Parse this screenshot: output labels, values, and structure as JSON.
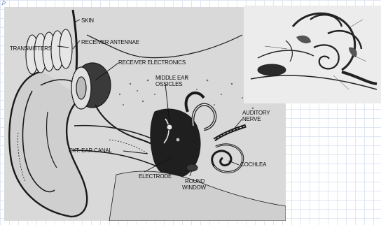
{
  "diagram": {
    "labels": {
      "skin": "SKIN",
      "transmitters": "TRANSMITTERS",
      "receiver_antennae": "RECEIVER ANTENNAE",
      "receiver_electronics": "RECEIVER ELECTRONICS",
      "middle_ear_ossicles": [
        "MIDDLE EAR",
        "OSSICLES"
      ],
      "auditory_nerve": [
        "AUDITORY",
        "NERVE"
      ],
      "ext_ear_canal": "EXT. EAR CANAL",
      "cochlea": "COCHLEA",
      "electrode": "ELECTRODE",
      "round_window": [
        "ROUND",
        "WINDOW"
      ]
    },
    "colors": {
      "paper": "#d9d9d9",
      "ink": "#1a1a1a",
      "grid": "#dfe6f3"
    }
  },
  "inset": {
    "colors": {
      "paper": "#ececec",
      "ink": "#222222"
    }
  }
}
